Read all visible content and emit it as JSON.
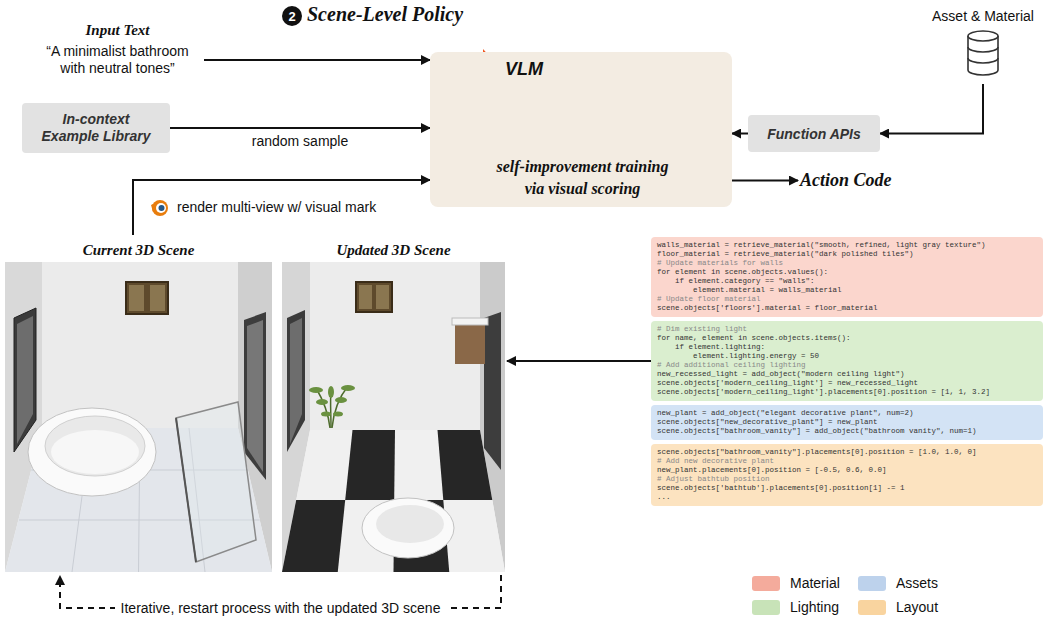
{
  "diagram": {
    "title": "Scene-Level Policy",
    "nodes": [
      {
        "text": [
          "Input Text",
          "“A minimalist bathroom with neutral tones”"
        ]
      },
      {
        "text": [
          "In-context Example Library"
        ]
      },
      {
        "text": [
          "VLM",
          "self-improvement training via visual scoring"
        ]
      },
      {
        "text": [
          "Asset & Material"
        ]
      },
      {
        "text": [
          "Function APIs"
        ]
      },
      {
        "text": [
          "Action Code"
        ]
      },
      {
        "text": [
          "Current 3D Scene"
        ]
      },
      {
        "text": [
          "Updated 3D Scene"
        ]
      },
      {
        "text": [
          "walls_material = retrieve_material(\"smooth, refined, light gray texture\")",
          "floor_material = retrieve_material(\"dark polished tiles\")",
          "# Update materials for walls",
          "for element in scene.objects.values():",
          "    if element.category == \"walls\":",
          "        element.material = walls_material",
          "# Update floor material",
          "scene.objects['floors'].material = floor_material"
        ]
      },
      {
        "text": [
          "# Dim existing light",
          "for name, element in scene.objects.items():",
          "    if element.lighting:",
          "        element.lighting.energy = 50",
          "# Add additional ceiling lighting",
          "new_recessed_light = add_object(\"modern ceiling light\")",
          "scene.objects['modern_ceiling_light'] = new_recessed_light",
          "scene.objects['modern_ceiling_light'].placements[0].position = [1, 1, 3.2]"
        ]
      },
      {
        "text": [
          "new_plant = add_object(\"elegant decorative plant\", num=2)",
          "scene.objects[\"new_decorative_plant\"] = new_plant",
          "scene.objects[\"bathroom_vanity\"] = add_object(\"bathroom vanity\", num=1)"
        ]
      },
      {
        "text": [
          "scene.objects[\"bathroom_vanity\"].placements[0].position = [1.0, 1.0, 0]",
          "# Add new decorative plant",
          "new_plant.placements[0].position = [-0.5, 0.6, 0.0]",
          "# Adjust bathtub position",
          "scene.objects['bathtub'].placements[0].position[1] -= 1",
          "..."
        ]
      }
    ],
    "edges": [
      {
        "from": 0,
        "to": 2,
        "arrow": "to"
      },
      {
        "from": 1,
        "to": 2,
        "arrow": "to",
        "label": "random sample"
      },
      {
        "from": 4,
        "to": 2,
        "arrow": "to"
      },
      {
        "from": 3,
        "to": 4,
        "arrow": "to"
      },
      {
        "from": 2,
        "to": 5,
        "arrow": "to"
      },
      {
        "from": 6,
        "to": 2,
        "arrow": "to",
        "label": "render multi-view w/ visual mark"
      },
      {
        "from": 9,
        "to": 7,
        "arrow": "to"
      },
      {
        "from": 7,
        "to": 6,
        "arrow": "to",
        "label": "Iterative, restart process with the updated 3D scene"
      }
    ],
    "labels": [
      "2"
    ],
    "legend": [
      {
        "text": "Material",
        "color": "#f4ab9c"
      },
      {
        "text": "Assets",
        "color": "#bdd2ec"
      },
      {
        "text": "Lighting",
        "color": "#c8e3b8"
      },
      {
        "text": "Layout",
        "color": "#f9d49f"
      }
    ]
  }
}
